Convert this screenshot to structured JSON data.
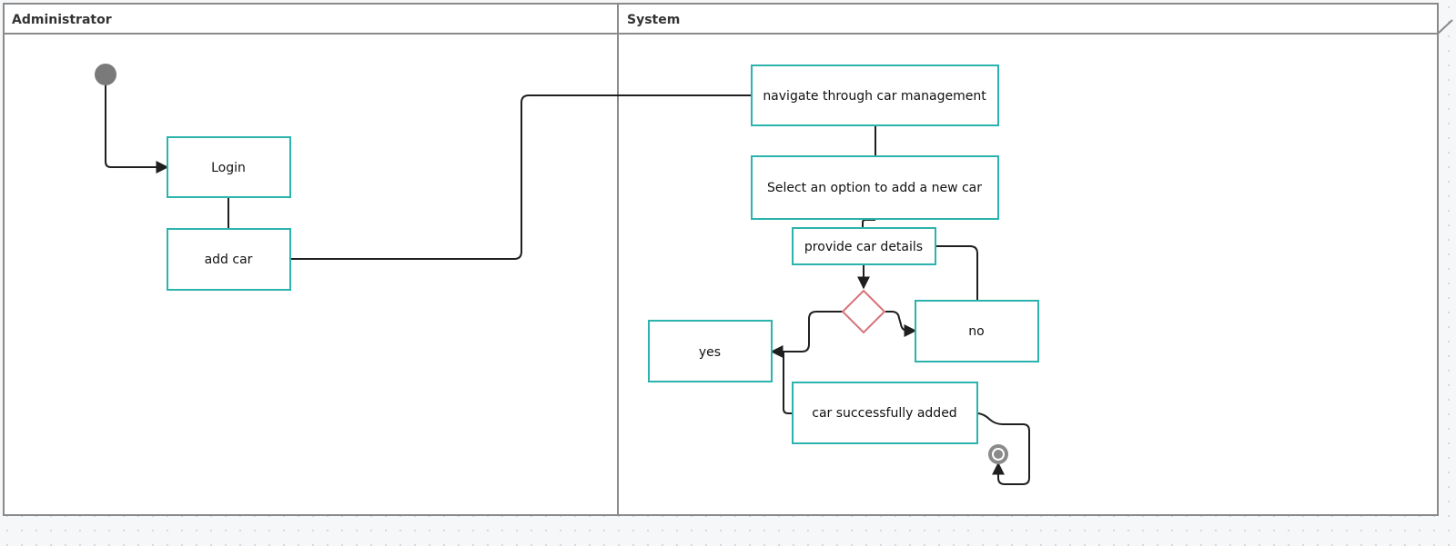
{
  "lanes": [
    {
      "title": "Administrator"
    },
    {
      "title": "System"
    }
  ],
  "nodes": {
    "login": "Login",
    "add_car": "add car",
    "navigate": "navigate through car management",
    "select_option": "Select an option to add a new car",
    "provide_details": "provide car details",
    "no": "no",
    "yes": "yes",
    "success": "car successfully added"
  },
  "colors": {
    "box_border": "#2bb3ad",
    "decision_border": "#d9727a",
    "lane_border": "#8a8a8a",
    "start_node": "#7a7a7a",
    "edge": "#1f1f1f"
  },
  "icons": {
    "start": "filled-circle-start-icon",
    "end": "bullseye-end-icon",
    "decision": "diamond-decision-icon"
  }
}
